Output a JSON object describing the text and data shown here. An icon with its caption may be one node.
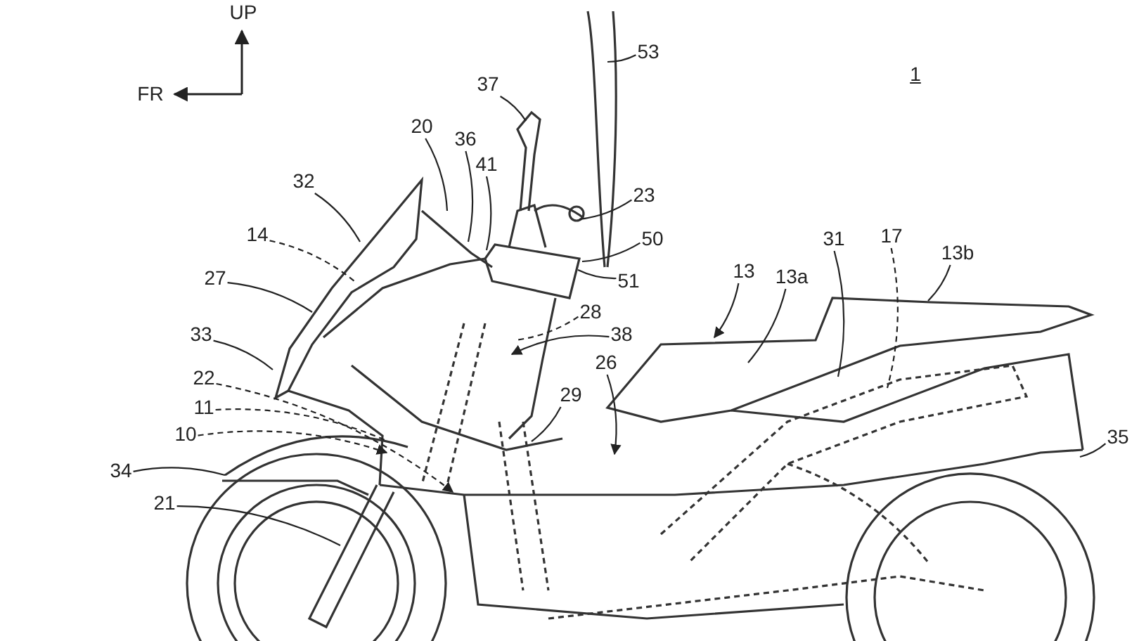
{
  "diagram": {
    "nodes": [
      {
        "text": [
          "53"
        ]
      },
      {
        "text": [
          "37"
        ]
      },
      {
        "text": [
          "20"
        ]
      },
      {
        "text": [
          "36"
        ]
      },
      {
        "text": [
          "41"
        ]
      },
      {
        "text": [
          "23"
        ]
      },
      {
        "text": [
          "32"
        ]
      },
      {
        "text": [
          "50"
        ]
      },
      {
        "text": [
          "14"
        ]
      },
      {
        "text": [
          "51"
        ]
      },
      {
        "text": [
          "13"
        ]
      },
      {
        "text": [
          "31"
        ]
      },
      {
        "text": [
          "17"
        ]
      },
      {
        "text": [
          "13b"
        ]
      },
      {
        "text": [
          "13a"
        ]
      },
      {
        "text": [
          "27"
        ]
      },
      {
        "text": [
          "28"
        ]
      },
      {
        "text": [
          "38"
        ]
      },
      {
        "text": [
          "33"
        ]
      },
      {
        "text": [
          "29"
        ]
      },
      {
        "text": [
          "26"
        ]
      },
      {
        "text": [
          "22"
        ]
      },
      {
        "text": [
          "11"
        ]
      },
      {
        "text": [
          "10"
        ]
      },
      {
        "text": [
          "35"
        ]
      },
      {
        "text": [
          "34"
        ]
      },
      {
        "text": [
          "21"
        ]
      }
    ],
    "edges": [
      {
        "from": 0,
        "to": null,
        "arrow": "none"
      },
      {
        "from": 1,
        "to": null,
        "arrow": "none"
      },
      {
        "from": 2,
        "to": null,
        "arrow": "none"
      },
      {
        "from": 3,
        "to": null,
        "arrow": "none"
      },
      {
        "from": 4,
        "to": null,
        "arrow": "none"
      },
      {
        "from": 5,
        "to": null,
        "arrow": "none"
      },
      {
        "from": 6,
        "to": null,
        "arrow": "none"
      },
      {
        "from": 7,
        "to": null,
        "arrow": "none"
      },
      {
        "from": 8,
        "to": null,
        "arrow": "none",
        "style": "dashed"
      },
      {
        "from": 9,
        "to": null,
        "arrow": "none"
      },
      {
        "from": 10,
        "to": null,
        "arrow": "to"
      },
      {
        "from": 11,
        "to": null,
        "arrow": "none"
      },
      {
        "from": 12,
        "to": null,
        "arrow": "none",
        "style": "dashed"
      },
      {
        "from": 13,
        "to": null,
        "arrow": "none"
      },
      {
        "from": 14,
        "to": null,
        "arrow": "none"
      },
      {
        "from": 15,
        "to": null,
        "arrow": "none"
      },
      {
        "from": 16,
        "to": null,
        "arrow": "none",
        "style": "dashed"
      },
      {
        "from": 17,
        "to": null,
        "arrow": "to"
      },
      {
        "from": 18,
        "to": null,
        "arrow": "none"
      },
      {
        "from": 19,
        "to": null,
        "arrow": "none"
      },
      {
        "from": 20,
        "to": null,
        "arrow": "to"
      },
      {
        "from": 21,
        "to": null,
        "arrow": "to",
        "style": "dashed"
      },
      {
        "from": 22,
        "to": null,
        "arrow": "none",
        "style": "dashed"
      },
      {
        "from": 23,
        "to": null,
        "arrow": "to",
        "style": "dashed"
      },
      {
        "from": 24,
        "to": null,
        "arrow": "none"
      },
      {
        "from": 25,
        "to": null,
        "arrow": "none"
      },
      {
        "from": 26,
        "to": null,
        "arrow": "none"
      }
    ],
    "labels": [
      "UP",
      "FR",
      "1"
    ]
  }
}
